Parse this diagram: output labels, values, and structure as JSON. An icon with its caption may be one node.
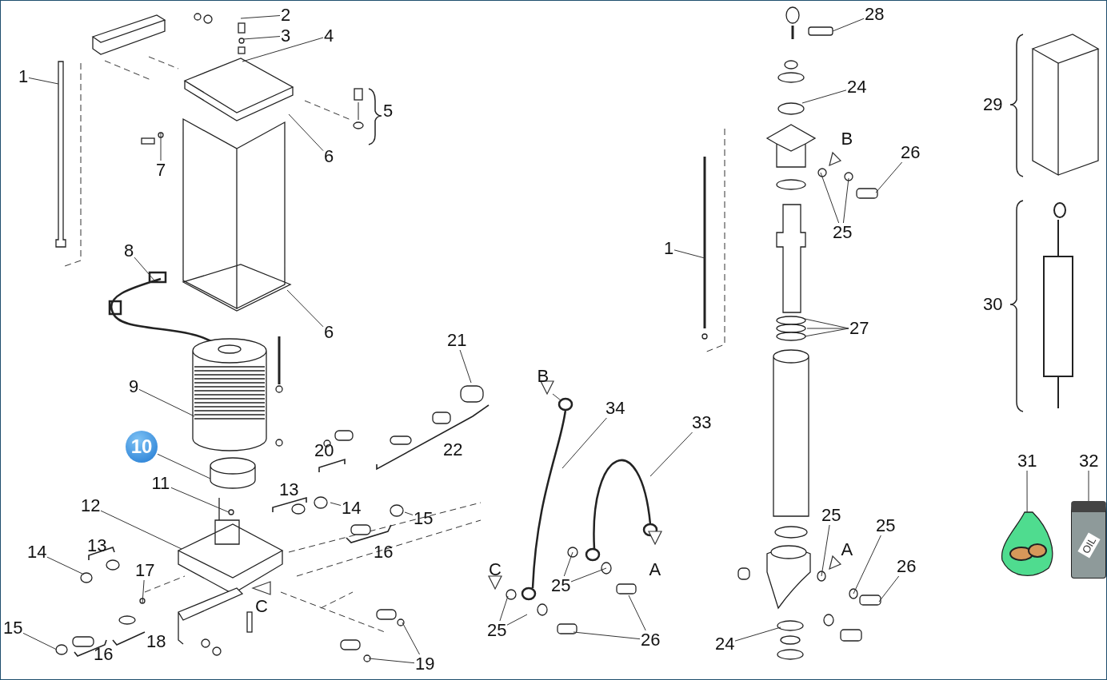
{
  "diagram": {
    "nodes": [
      {
        "text": [
          "2"
        ]
      },
      {
        "text": [
          "3"
        ]
      },
      {
        "text": [
          "4"
        ]
      },
      {
        "text": [
          "28"
        ]
      },
      {
        "text": [
          "1"
        ]
      },
      {
        "text": [
          "24"
        ]
      },
      {
        "text": [
          "6"
        ]
      },
      {
        "text": [
          "26"
        ]
      },
      {
        "text": [
          "7"
        ]
      },
      {
        "text": [
          "25"
        ]
      },
      {
        "text": [
          "1"
        ]
      },
      {
        "text": [
          "8"
        ]
      },
      {
        "text": [
          "6"
        ]
      },
      {
        "text": [
          "27"
        ]
      },
      {
        "text": [
          "21"
        ]
      },
      {
        "text": [
          "9"
        ]
      },
      {
        "text": [
          "34"
        ]
      },
      {
        "text": [
          "33"
        ]
      },
      {
        "text": [
          "10"
        ]
      },
      {
        "text": [
          "11"
        ]
      },
      {
        "text": [
          "12"
        ]
      },
      {
        "text": [
          "14"
        ]
      },
      {
        "text": [
          "15"
        ]
      },
      {
        "text": [
          "31"
        ]
      },
      {
        "text": [
          "32"
        ]
      },
      {
        "text": [
          "25"
        ]
      },
      {
        "text": [
          "25"
        ]
      },
      {
        "text": [
          "26"
        ]
      },
      {
        "text": [
          "14"
        ]
      },
      {
        "text": [
          "17"
        ]
      },
      {
        "text": [
          "25"
        ]
      },
      {
        "text": [
          "15"
        ]
      },
      {
        "text": [
          "26"
        ]
      },
      {
        "text": [
          "24"
        ]
      },
      {
        "text": [
          "19"
        ]
      },
      {
        "text": [
          "25"
        ]
      },
      {
        "text": [],
        "shape": "picture"
      },
      {
        "text": [],
        "shape": "picture"
      },
      {
        "text": [
          "OIL"
        ]
      }
    ],
    "edges": [
      {
        "from": 0,
        "to": null,
        "arrow": "none"
      },
      {
        "from": 1,
        "to": null,
        "arrow": "none"
      },
      {
        "from": 2,
        "to": null,
        "arrow": "none"
      },
      {
        "from": 3,
        "to": null,
        "arrow": "none"
      },
      {
        "from": 4,
        "to": null,
        "arrow": "none"
      },
      {
        "from": 5,
        "to": null,
        "arrow": "none"
      },
      {
        "from": 6,
        "to": null,
        "arrow": "none"
      },
      {
        "from": 7,
        "to": null,
        "arrow": "none"
      },
      {
        "from": 8,
        "to": null,
        "arrow": "none"
      },
      {
        "from": 9,
        "to": null,
        "arrow": "none"
      },
      {
        "from": 9,
        "to": null,
        "arrow": "none"
      },
      {
        "from": 10,
        "to": null,
        "arrow": "none"
      },
      {
        "from": 11,
        "to": null,
        "arrow": "none"
      },
      {
        "from": 12,
        "to": null,
        "arrow": "none"
      },
      {
        "from": 13,
        "to": 36,
        "arrow": "none"
      },
      {
        "from": 13,
        "to": 36,
        "arrow": "none"
      },
      {
        "from": 13,
        "to": 36,
        "arrow": "none"
      },
      {
        "from": 14,
        "to": null,
        "arrow": "none"
      },
      {
        "from": 15,
        "to": null,
        "arrow": "none"
      },
      {
        "from": 16,
        "to": null,
        "arrow": "none"
      },
      {
        "from": 17,
        "to": null,
        "arrow": "none"
      },
      {
        "from": 18,
        "to": null,
        "arrow": "none"
      },
      {
        "from": 19,
        "to": null,
        "arrow": "none"
      },
      {
        "from": 20,
        "to": null,
        "arrow": "none"
      },
      {
        "from": 21,
        "to": null,
        "arrow": "none"
      },
      {
        "from": 22,
        "to": null,
        "arrow": "none"
      },
      {
        "from": 23,
        "to": 37,
        "arrow": "none"
      },
      {
        "from": 24,
        "to": 38,
        "arrow": "none"
      },
      {
        "from": 25,
        "to": null,
        "arrow": "none"
      },
      {
        "from": 26,
        "to": null,
        "arrow": "none"
      },
      {
        "from": 27,
        "to": null,
        "arrow": "none"
      },
      {
        "from": 28,
        "to": null,
        "arrow": "none"
      },
      {
        "from": 29,
        "to": null,
        "arrow": "none"
      },
      {
        "from": 30,
        "to": null,
        "arrow": "none"
      },
      {
        "from": 30,
        "to": null,
        "arrow": "none"
      },
      {
        "from": 31,
        "to": null,
        "arrow": "none"
      },
      {
        "from": 32,
        "to": null,
        "arrow": "none"
      },
      {
        "from": 32,
        "to": null,
        "arrow": "none"
      },
      {
        "from": 33,
        "to": null,
        "arrow": "none"
      },
      {
        "from": 34,
        "to": null,
        "arrow": "none"
      },
      {
        "from": 34,
        "to": null,
        "arrow": "none"
      },
      {
        "from": 35,
        "to": null,
        "arrow": "none"
      },
      {
        "from": 35,
        "to": null,
        "arrow": "none"
      }
    ],
    "labels": [
      "5",
      "29",
      "30",
      "20",
      "22",
      "13",
      "16",
      "13",
      "18",
      "16",
      "B",
      "B",
      "A",
      "A",
      "C",
      "C"
    ]
  }
}
